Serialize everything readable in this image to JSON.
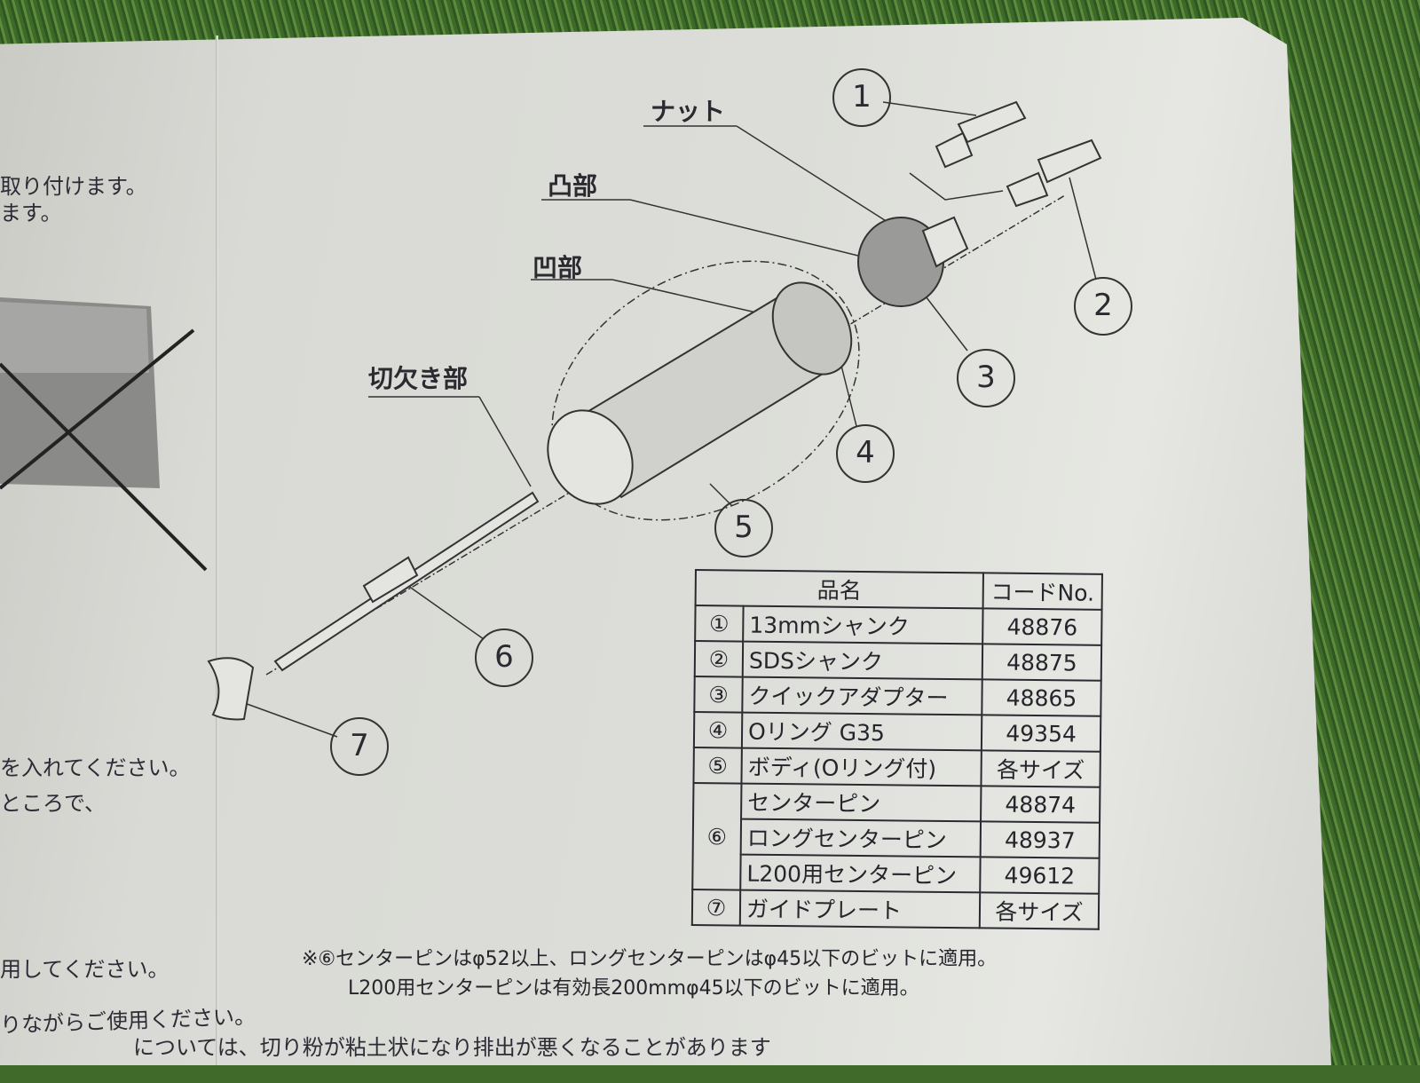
{
  "left_column": {
    "line1": "取り付けます。",
    "line2": "ます。",
    "line3": "を入れてください。",
    "line4": "ところで、",
    "line5": "用してください。",
    "line6": "りながらご使用ください。",
    "line7": "については、切り粉が粘土状になり排出が悪くなることがあります"
  },
  "diagram": {
    "labels": {
      "nut": "ナット",
      "convex": "凸部",
      "concave": "凹部",
      "notch": "切欠き部"
    },
    "callouts": [
      "1",
      "2",
      "3",
      "4",
      "5",
      "6",
      "7"
    ]
  },
  "parts_table": {
    "headers": {
      "name": "品名",
      "code": "コードNo."
    },
    "rows": [
      {
        "num": "①",
        "name": "13mmシャンク",
        "code": "48876"
      },
      {
        "num": "②",
        "name": "SDSシャンク",
        "code": "48875"
      },
      {
        "num": "③",
        "name": "クイックアダプター",
        "code": "48865"
      },
      {
        "num": "④",
        "name": "Oリング G35",
        "code": "49354"
      },
      {
        "num": "⑤",
        "name": "ボディ(Oリング付)",
        "code": "各サイズ"
      },
      {
        "num": "⑥",
        "name": "センターピン",
        "code": "48874"
      },
      {
        "num": "",
        "name": "ロングセンターピン",
        "code": "48937"
      },
      {
        "num": "",
        "name": "L200用センターピン",
        "code": "49612"
      },
      {
        "num": "⑦",
        "name": "ガイドプレート",
        "code": "各サイズ"
      }
    ]
  },
  "notes": {
    "line1": "※⑥センターピンはφ52以上、ロングセンターピンはφ45以下のビットに適用。",
    "line2": "L200用センターピンは有効長200mmφ45以下のビットに適用。"
  }
}
